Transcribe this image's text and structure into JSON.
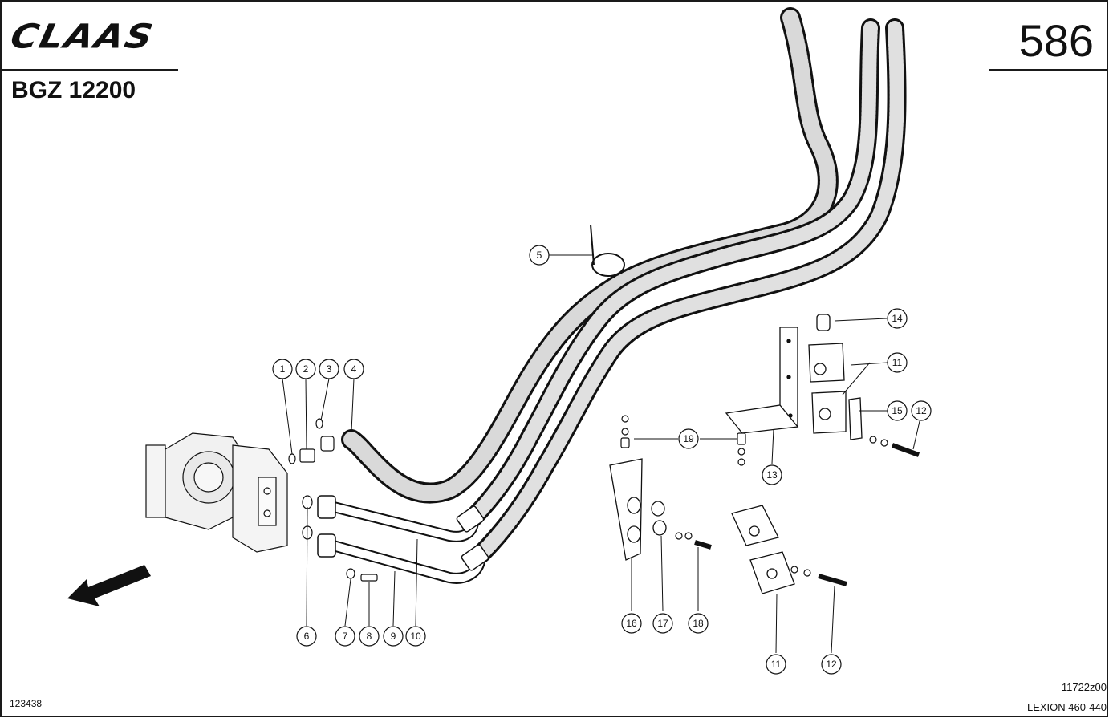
{
  "header": {
    "brand": "CLAAS",
    "model_code": "BGZ 12200",
    "page_number": "586"
  },
  "footer": {
    "drawing_id": "123438",
    "figure_code": "11722z00",
    "model_range": "LEXION 460-440"
  },
  "callouts": [
    {
      "id": "c1",
      "label": "1"
    },
    {
      "id": "c2",
      "label": "2"
    },
    {
      "id": "c3",
      "label": "3"
    },
    {
      "id": "c4",
      "label": "4"
    },
    {
      "id": "c5",
      "label": "5"
    },
    {
      "id": "c6",
      "label": "6"
    },
    {
      "id": "c7",
      "label": "7"
    },
    {
      "id": "c8",
      "label": "8"
    },
    {
      "id": "c9",
      "label": "9"
    },
    {
      "id": "c10",
      "label": "10"
    },
    {
      "id": "c11a",
      "label": "11"
    },
    {
      "id": "c11b",
      "label": "11"
    },
    {
      "id": "c12a",
      "label": "12"
    },
    {
      "id": "c12b",
      "label": "12"
    },
    {
      "id": "c13",
      "label": "13"
    },
    {
      "id": "c14",
      "label": "14"
    },
    {
      "id": "c15",
      "label": "15"
    },
    {
      "id": "c16",
      "label": "16"
    },
    {
      "id": "c17",
      "label": "17"
    },
    {
      "id": "c18",
      "label": "18"
    },
    {
      "id": "c19",
      "label": "19"
    }
  ]
}
